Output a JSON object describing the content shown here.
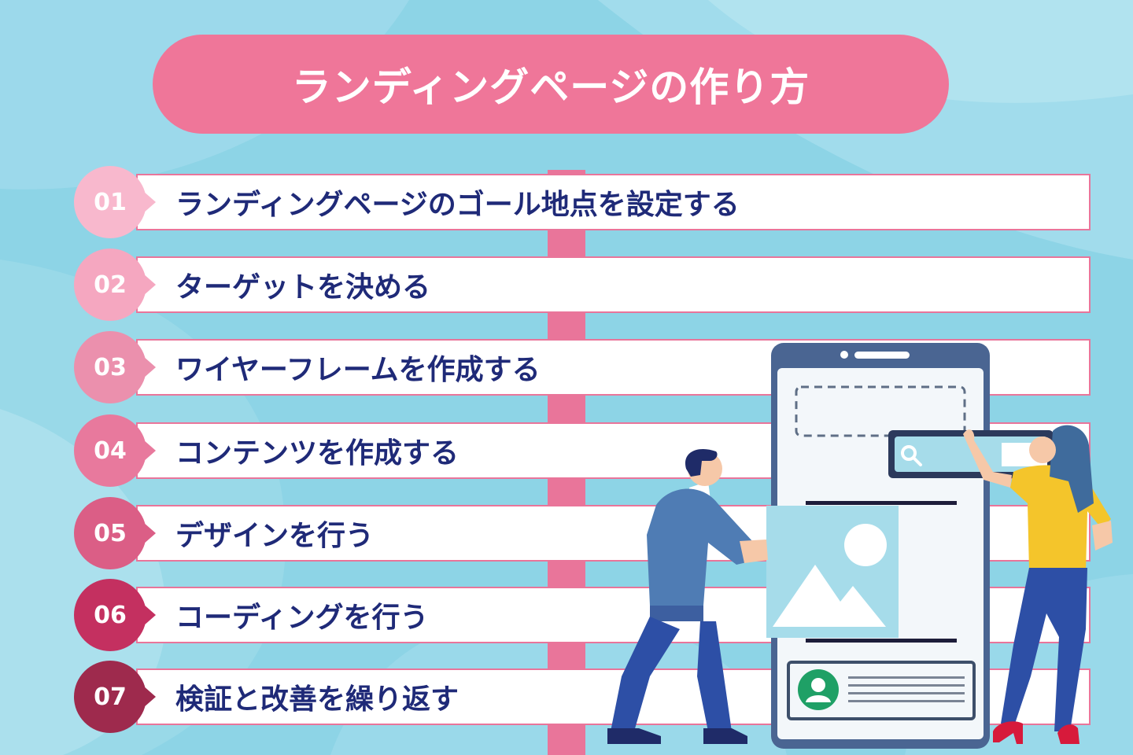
{
  "title": "ランディングページの作り方",
  "colors": {
    "background": "#8dd4e6",
    "title_pill": "#ef7699",
    "spine": "#e9759a",
    "bar_border": "#e9759a",
    "step_text": "#1f2a78"
  },
  "steps": [
    {
      "number": "01",
      "label": "ランディングページのゴール地点を設定する",
      "color": "#f8b8cd"
    },
    {
      "number": "02",
      "label": "ターゲットを決める",
      "color": "#f5a7c0"
    },
    {
      "number": "03",
      "label": "ワイヤーフレームを作成する",
      "color": "#eb90ad"
    },
    {
      "number": "04",
      "label": "コンテンツを作成する",
      "color": "#e8799d"
    },
    {
      "number": "05",
      "label": "デザインを行う",
      "color": "#db5e86"
    },
    {
      "number": "06",
      "label": "コーディングを行う",
      "color": "#c43060"
    },
    {
      "number": "07",
      "label": "検証と改善を繰り返す",
      "color": "#9e2a4d"
    }
  ],
  "illustration": {
    "icons": [
      "smartphone-mockup",
      "search-icon",
      "image-placeholder-icon",
      "user-avatar-icon"
    ]
  }
}
